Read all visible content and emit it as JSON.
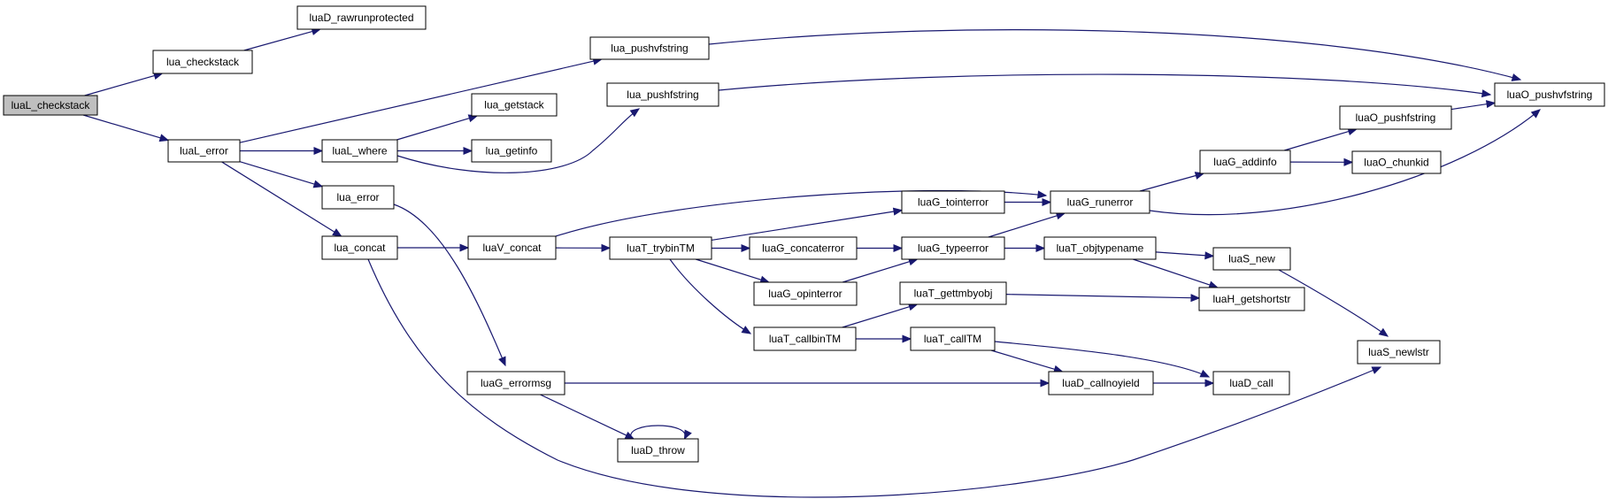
{
  "diagram": {
    "nodes": [
      {
        "id": "luaL_checkstack",
        "label": "luaL_checkstack",
        "root": true
      },
      {
        "id": "lua_checkstack",
        "label": "lua_checkstack"
      },
      {
        "id": "luaD_rawrunprotected",
        "label": "luaD_rawrunprotected"
      },
      {
        "id": "luaL_error",
        "label": "luaL_error"
      },
      {
        "id": "lua_pushvfstring",
        "label": "lua_pushvfstring"
      },
      {
        "id": "luaL_where",
        "label": "luaL_where"
      },
      {
        "id": "lua_error",
        "label": "lua_error"
      },
      {
        "id": "lua_concat",
        "label": "lua_concat"
      },
      {
        "id": "lua_getstack",
        "label": "lua_getstack"
      },
      {
        "id": "lua_getinfo",
        "label": "lua_getinfo"
      },
      {
        "id": "lua_pushfstring",
        "label": "lua_pushfstring"
      },
      {
        "id": "luaV_concat",
        "label": "luaV_concat"
      },
      {
        "id": "luaG_errormsg",
        "label": "luaG_errormsg"
      },
      {
        "id": "luaD_throw",
        "label": "luaD_throw"
      },
      {
        "id": "luaT_trybinTM",
        "label": "luaT_trybinTM"
      },
      {
        "id": "luaG_concaterror",
        "label": "luaG_concaterror"
      },
      {
        "id": "luaG_opinterror",
        "label": "luaG_opinterror"
      },
      {
        "id": "luaT_callbinTM",
        "label": "luaT_callbinTM"
      },
      {
        "id": "luaG_tointerror",
        "label": "luaG_tointerror"
      },
      {
        "id": "luaG_typeerror",
        "label": "luaG_typeerror"
      },
      {
        "id": "luaT_gettmbyobj",
        "label": "luaT_gettmbyobj"
      },
      {
        "id": "luaT_callTM",
        "label": "luaT_callTM"
      },
      {
        "id": "luaG_runerror",
        "label": "luaG_runerror"
      },
      {
        "id": "luaT_objtypename",
        "label": "luaT_objtypename"
      },
      {
        "id": "luaD_callnoyield",
        "label": "luaD_callnoyield"
      },
      {
        "id": "luaG_addinfo",
        "label": "luaG_addinfo"
      },
      {
        "id": "luaS_new",
        "label": "luaS_new"
      },
      {
        "id": "luaH_getshortstr",
        "label": "luaH_getshortstr"
      },
      {
        "id": "luaD_call",
        "label": "luaD_call"
      },
      {
        "id": "luaO_pushfstring",
        "label": "luaO_pushfstring"
      },
      {
        "id": "luaO_chunkid",
        "label": "luaO_chunkid"
      },
      {
        "id": "luaO_pushvfstring",
        "label": "luaO_pushvfstring"
      },
      {
        "id": "luaS_newlstr",
        "label": "luaS_newlstr"
      }
    ],
    "edges": [
      {
        "from": "luaL_checkstack",
        "to": "lua_checkstack"
      },
      {
        "from": "luaL_checkstack",
        "to": "luaL_error"
      },
      {
        "from": "lua_checkstack",
        "to": "luaD_rawrunprotected"
      },
      {
        "from": "luaL_error",
        "to": "lua_pushvfstring"
      },
      {
        "from": "luaL_error",
        "to": "luaL_where"
      },
      {
        "from": "luaL_error",
        "to": "lua_error"
      },
      {
        "from": "luaL_error",
        "to": "lua_concat"
      },
      {
        "from": "luaL_where",
        "to": "lua_getstack"
      },
      {
        "from": "luaL_where",
        "to": "lua_getinfo"
      },
      {
        "from": "luaL_where",
        "to": "lua_pushfstring"
      },
      {
        "from": "lua_pushvfstring",
        "to": "luaO_pushvfstring"
      },
      {
        "from": "lua_pushfstring",
        "to": "luaO_pushvfstring"
      },
      {
        "from": "lua_error",
        "to": "luaG_errormsg"
      },
      {
        "from": "lua_concat",
        "to": "luaV_concat"
      },
      {
        "from": "lua_concat",
        "to": "luaS_newlstr"
      },
      {
        "from": "luaV_concat",
        "to": "luaG_runerror"
      },
      {
        "from": "luaV_concat",
        "to": "luaT_trybinTM"
      },
      {
        "from": "luaT_trybinTM",
        "to": "luaG_tointerror"
      },
      {
        "from": "luaT_trybinTM",
        "to": "luaG_concaterror"
      },
      {
        "from": "luaT_trybinTM",
        "to": "luaG_opinterror"
      },
      {
        "from": "luaT_trybinTM",
        "to": "luaT_callbinTM"
      },
      {
        "from": "luaG_tointerror",
        "to": "luaG_runerror"
      },
      {
        "from": "luaG_concaterror",
        "to": "luaG_typeerror"
      },
      {
        "from": "luaG_opinterror",
        "to": "luaG_typeerror"
      },
      {
        "from": "luaG_typeerror",
        "to": "luaG_runerror"
      },
      {
        "from": "luaG_typeerror",
        "to": "luaT_objtypename"
      },
      {
        "from": "luaT_callbinTM",
        "to": "luaT_gettmbyobj"
      },
      {
        "from": "luaT_callbinTM",
        "to": "luaT_callTM"
      },
      {
        "from": "luaT_gettmbyobj",
        "to": "luaH_getshortstr"
      },
      {
        "from": "luaT_callTM",
        "to": "luaD_callnoyield"
      },
      {
        "from": "luaT_callTM",
        "to": "luaD_call"
      },
      {
        "from": "luaG_runerror",
        "to": "luaG_addinfo"
      },
      {
        "from": "luaG_runerror",
        "to": "luaO_pushvfstring"
      },
      {
        "from": "luaG_addinfo",
        "to": "luaO_pushfstring"
      },
      {
        "from": "luaG_addinfo",
        "to": "luaO_chunkid"
      },
      {
        "from": "luaO_pushfstring",
        "to": "luaO_pushvfstring"
      },
      {
        "from": "luaT_objtypename",
        "to": "luaS_new"
      },
      {
        "from": "luaT_objtypename",
        "to": "luaH_getshortstr"
      },
      {
        "from": "luaS_new",
        "to": "luaS_newlstr"
      },
      {
        "from": "luaG_errormsg",
        "to": "luaD_callnoyield"
      },
      {
        "from": "luaG_errormsg",
        "to": "luaD_throw"
      },
      {
        "from": "luaD_throw",
        "to": "luaD_throw"
      },
      {
        "from": "luaD_callnoyield",
        "to": "luaD_call"
      }
    ]
  }
}
